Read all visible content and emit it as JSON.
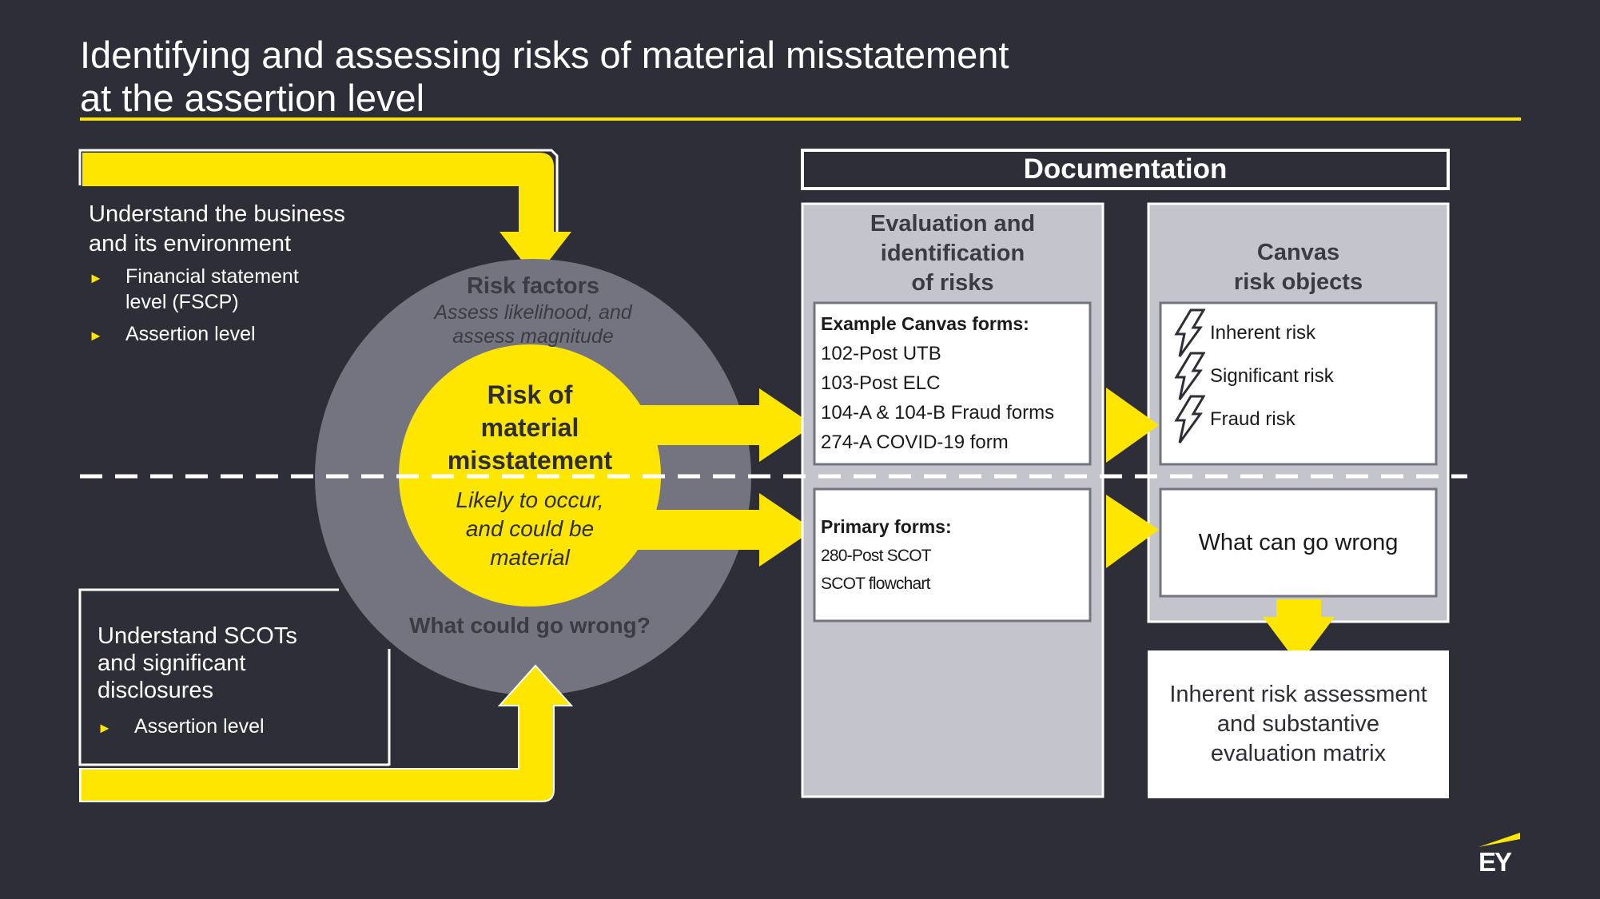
{
  "title": {
    "line1": "Identifying and assessing risks of material misstatement",
    "line2": "at the assertion level"
  },
  "left_top": {
    "heading_line1": "Understand the business",
    "heading_line2": "and its environment",
    "bullets": [
      {
        "line1": "Financial statement",
        "line2": "level (FSCP)"
      },
      {
        "line1": "Assertion level",
        "line2": ""
      }
    ]
  },
  "left_bottom": {
    "heading_line1": "Understand SCOTs",
    "heading_line2": "and significant",
    "heading_line3": "disclosures",
    "bullets": [
      "Assertion level"
    ]
  },
  "circle": {
    "outer_title": "Risk factors",
    "outer_sub_line1": "Assess likelihood, and",
    "outer_sub_line2": "assess magnitude",
    "inner_line1": "Risk of",
    "inner_line2": "material",
    "inner_line3": "misstatement",
    "inner_sub_line1": "Likely to occur,",
    "inner_sub_line2": "and could be",
    "inner_sub_line3": "material",
    "bottom_question": "What could go wrong?"
  },
  "documentation": {
    "header": "Documentation",
    "eval_col": {
      "title_line1": "Evaluation and",
      "title_line2": "identification",
      "title_line3": "of risks",
      "example_box": {
        "heading": "Example Canvas forms:",
        "items": [
          "102-Post UTB",
          "103-Post ELC",
          "104-A & 104-B Fraud forms",
          "274-A COVID-19 form"
        ]
      },
      "primary_box": {
        "heading": "Primary forms:",
        "items": [
          "280-Post SCOT",
          "SCOT flowchart"
        ]
      }
    },
    "canvas_col": {
      "title_line1": "Canvas",
      "title_line2": "risk objects",
      "risk_items": [
        {
          "label": "Inherent risk",
          "icon": "lightning-icon"
        },
        {
          "label": "Significant risk",
          "icon": "lightning-icon"
        },
        {
          "label": "Fraud risk",
          "icon": "lightning-icon"
        }
      ],
      "wcgw_box": "What can go wrong"
    },
    "matrix_box": {
      "line1": "Inherent risk assessment",
      "line2": "and substantive",
      "line3": "evaluation matrix"
    }
  },
  "logo": "EY",
  "colors": {
    "background": "#2e2e38",
    "accent_yellow": "#ffe600",
    "circle_gray": "#747480",
    "panel_gray": "#c4c4cd",
    "white": "#ffffff"
  }
}
